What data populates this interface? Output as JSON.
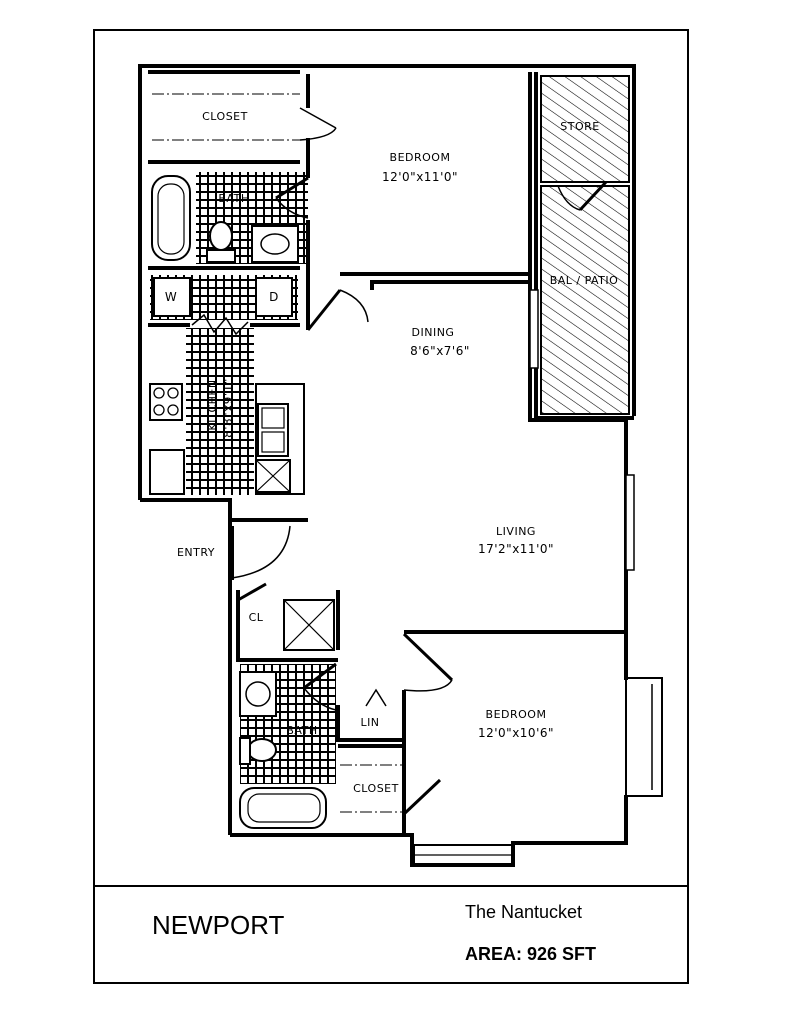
{
  "rooms": {
    "closet_top": "CLOSET",
    "bedroom_1": "BEDROOM",
    "bedroom_1_dim": "12'0\"x11'0\"",
    "store": "STORE",
    "bath_1": "BATH",
    "washer": "W",
    "dryer": "D",
    "bal_patio": "BAL / PATIO",
    "dining": "DINING",
    "dining_dim": "8'6\"x7'6\"",
    "kitchen": "KITCHEN",
    "kitchen_dim": "8'8\"x9'1\"",
    "living": "LIVING",
    "living_dim": "17'2\"x11'0\"",
    "entry": "ENTRY",
    "cl": "CL",
    "lin": "LIN",
    "bath_2": "BATH",
    "bedroom_2": "BEDROOM",
    "bedroom_2_dim": "12'0\"x10'6\"",
    "closet_bottom": "CLOSET"
  },
  "title_block": {
    "plan_name": "NEWPORT",
    "community": "The Nantucket",
    "area": "AREA: 926 SFT"
  }
}
